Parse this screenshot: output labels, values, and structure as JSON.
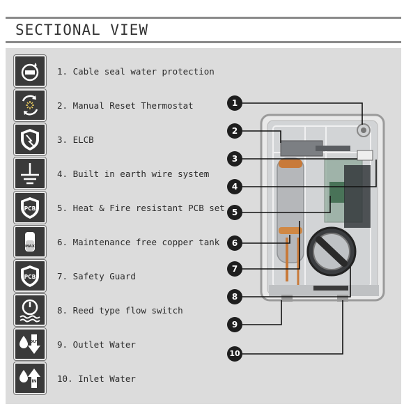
{
  "header": {
    "title": "SECTIONAL VIEW"
  },
  "features": [
    {
      "label": "1. Cable seal water protection",
      "icon": "cable-seal-icon"
    },
    {
      "label": "2. Manual Reset Thermostat",
      "icon": "thermostat-reset-icon"
    },
    {
      "label": "3. ELCB",
      "icon": "elcb-shield-icon"
    },
    {
      "label": "4. Built in earth wire system",
      "icon": "earth-ground-icon"
    },
    {
      "label": "5. Heat & Fire resistant PCB set",
      "icon": "pcb-shield-icon"
    },
    {
      "label": "6. Maintenance free copper tank",
      "icon": "copper-tank-icon"
    },
    {
      "label": "7. Safety Guard",
      "icon": "safety-guard-pcb-icon"
    },
    {
      "label": "8. Reed type flow switch",
      "icon": "flow-switch-icon"
    },
    {
      "label": "9. Outlet Water",
      "icon": "outlet-water-icon"
    },
    {
      "label": "10. Inlet Water",
      "icon": "inlet-water-icon"
    }
  ],
  "icon_badges": {
    "pcb": "PCB",
    "max": "MAX",
    "out": "OUT",
    "in": "IN"
  },
  "callouts": [
    "1",
    "2",
    "3",
    "4",
    "5",
    "6",
    "7",
    "8",
    "9",
    "10"
  ],
  "colors": {
    "panel": "#dcdcdc",
    "icon_bg": "#3a3a3a",
    "callout": "#1e1e1e",
    "copper": "#c87a3a"
  }
}
